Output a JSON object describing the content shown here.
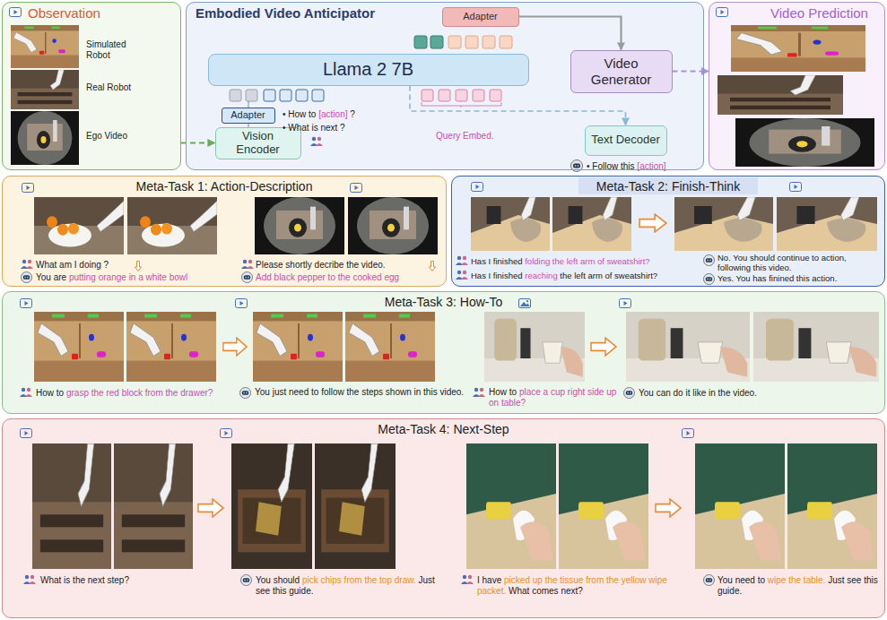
{
  "diagram": {
    "nodes": [
      {
        "text": [
          "Observation"
        ]
      },
      {
        "text": [
          "Embodied Video Anticipator"
        ]
      },
      {
        "text": [
          "Adapter"
        ],
        "in": 1
      },
      {
        "text": [
          "Llama 2 7B"
        ],
        "in": 1
      },
      {
        "text": [
          "Video Generator"
        ],
        "in": 1
      },
      {
        "text": [
          "Adapter"
        ],
        "in": 1
      },
      {
        "text": [
          "Vision Encoder"
        ],
        "in": 1
      },
      {
        "text": [
          "Text Decoder"
        ],
        "in": 1
      },
      {
        "text": [
          "Video Prediction"
        ]
      },
      {
        "text": [
          "Meta-Task 1: Action-Description"
        ]
      },
      {
        "text": [
          "Meta-Task 2: Finish-Think"
        ]
      },
      {
        "text": [
          "Meta-Task 3: How-To"
        ]
      },
      {
        "text": [
          "Meta-Task 4: Next-Step"
        ]
      }
    ],
    "edges": [
      {
        "from": 0,
        "to": 6,
        "arrow": "to"
      },
      {
        "from": 2,
        "to": 4,
        "arrow": "to"
      },
      {
        "from": 3,
        "to": 7,
        "arrow": "to"
      },
      {
        "from": 4,
        "to": 8,
        "arrow": "to"
      }
    ],
    "labels": [
      "Simulated Robot",
      "Real Robot",
      "Ego Video",
      "•",
      "How to",
      "[action]",
      "?",
      "•",
      "What is next ?",
      "Query Embed.",
      "•",
      "Follow this",
      "[action]",
      "What am I doing ?",
      "You are",
      "putting orange in a white bowl",
      "Please shortly decribe the video.",
      "Add black pepper to the cooked egg",
      "Has I finished",
      "folding the left arm of sweatshirt?",
      "Has I finished",
      "reaching",
      "the left arm of sweatshirt?",
      "No. You should continue to action, following this video.",
      "Yes. You has finined this action.",
      "How to",
      "grasp the red block from the drawer?",
      "You just need to follow the steps shown in this video.",
      "How to",
      "place a cup right side up on table?",
      "You can do it like in the video.",
      "What is the next step?",
      "You should",
      "pick chips from the top draw.",
      "Just see this guide.",
      "I have",
      "picked up the tissue from the yellow wipe packet.",
      "What comes next?",
      "You need to",
      "wipe the table.",
      "Just see this guide."
    ]
  }
}
